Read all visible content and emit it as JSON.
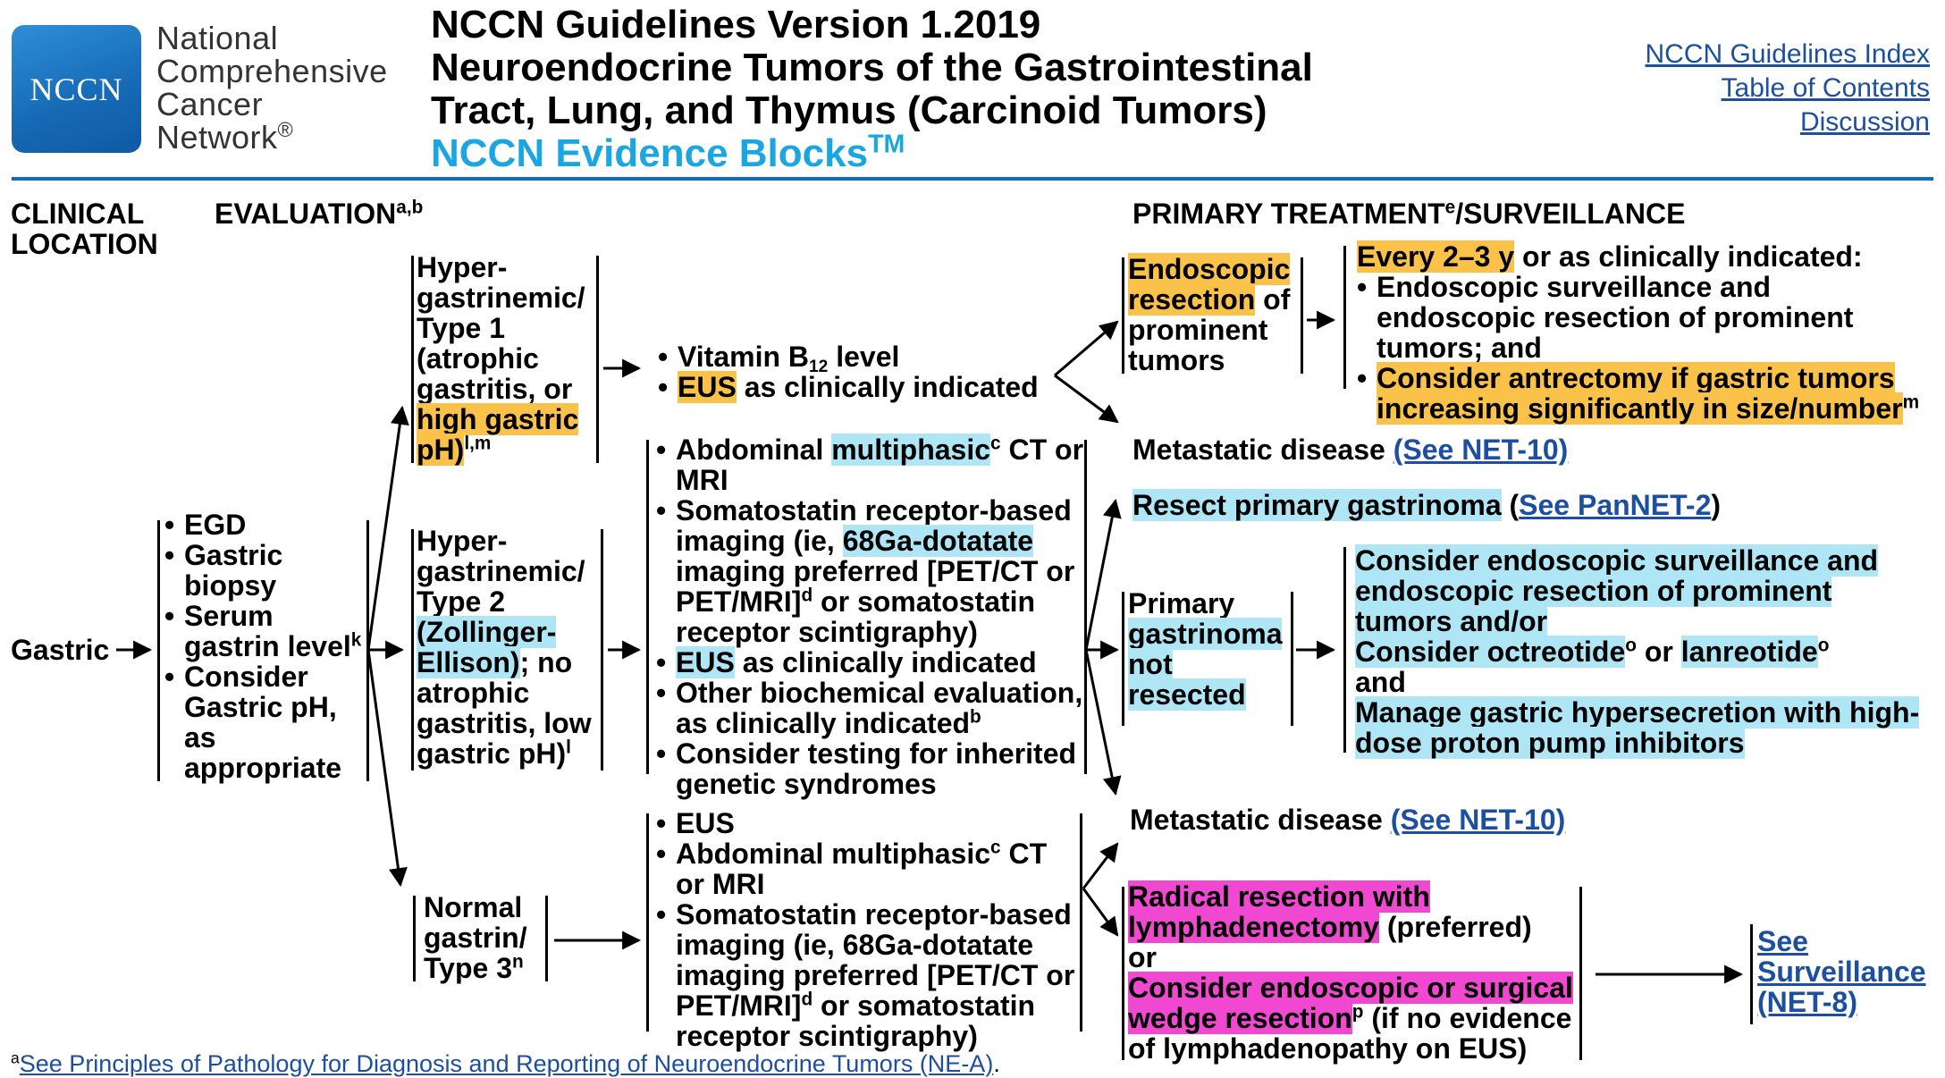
{
  "header": {
    "logo_text": "NCCN",
    "org_name": "National\nComprehensive\nCancer\nNetwork",
    "org_reg": "®",
    "title_line1": "NCCN Guidelines Version 1.2019",
    "title_line2": "Neuroendocrine Tumors of the Gastrointestinal",
    "title_line3": "Tract, Lung, and Thymus (Carcinoid Tumors)",
    "evidence_blocks": "NCCN Evidence Blocks",
    "evidence_tm": "TM",
    "links": [
      "NCCN Guidelines Index",
      "Table of Contents",
      "Discussion"
    ]
  },
  "columns": {
    "clinical_location": "CLINICAL\nLOCATION",
    "evaluation": "EVALUATION",
    "evaluation_sup": "a,b",
    "primary_treatment": "PRIMARY TREATMENT",
    "primary_treatment_sup": "e",
    "primary_treatment_tail": "/SURVEILLANCE"
  },
  "gastric": "Gastric",
  "evaluation_items": [
    "EGD",
    "Gastric biopsy",
    "Serum gastrin level",
    "Consider Gastric pH, as appropriate"
  ],
  "evaluation_sup_k": "k",
  "type1": {
    "text": "Hyper-\ngastrinemic/\nType 1\n(atrophic\ngastritis, or",
    "highlight": "high gastric\npH)",
    "sup": "l,m",
    "workup_vit": "Vitamin B",
    "workup_vit_sub": "12",
    "workup_vit_tail": " level",
    "workup_eus": "EUS",
    "workup_eus_tail": " as clinically indicated",
    "treat_hl1": "Endoscopic",
    "treat_hl2": "resection",
    "treat_tail": " of\nprominent\ntumors",
    "surv_hl": "Every 2–3 y",
    "surv_tail": " or as clinically indicated:",
    "surv_item1": "Endoscopic surveillance and endoscopic resection of prominent tumors; and",
    "surv_item2": "Consider antrectomy if gastric tumors increasing significantly in size/number",
    "surv_item2_sup": "m"
  },
  "type2": {
    "text": "Hyper-\ngastrinemic/\nType 2",
    "highlight": "(Zollinger-\nEllison)",
    "tail": "; no\natrophic\ngastritis, low\ngastric pH)",
    "sup": "l",
    "workup": [
      {
        "pre": "Abdominal ",
        "hl": "multiphasic",
        "sup": "c",
        "post": " CT or MRI"
      },
      {
        "pre": "Somatostatin receptor-based imaging (ie, ",
        "hl": "68Ga-dotatate",
        "post": " imaging preferred [PET/CT or PET/MRI]",
        "sup": "d",
        "post2": " or somatostatin receptor scintigraphy)"
      },
      {
        "hl": "EUS",
        "post": " as clinically indicated"
      },
      {
        "pre": "Other biochemical evaluation, as clinically indicated",
        "sup": "b"
      },
      {
        "pre": "Consider testing for inherited genetic syndromes"
      }
    ],
    "metastatic1": "Metastatic disease ",
    "metastatic1_link": "(See NET-10)",
    "resect_hl": "Resect primary gastrinoma",
    "resect_paren_open": " (",
    "resect_link": "See PanNET-2",
    "resect_paren_close": ")",
    "not_resected_pre": "Primary\n",
    "not_resected_hl": "gastrinoma\nnot\nresected",
    "options": {
      "line1": "Consider endoscopic surveillance and endoscopic resection of prominent tumors and/or",
      "line2a": "Consider octreotide",
      "line2_sup": "o",
      "line2b": " or ",
      "line2c": "lanreotide",
      "and": "and",
      "line3": "Manage gastric hypersecretion with high-dose proton pump inhibitors"
    },
    "metastatic2": "Metastatic disease ",
    "metastatic2_link": "(See NET-10)"
  },
  "type3": {
    "text": "Normal\ngastrin/\nType 3",
    "sup": "n",
    "workup": [
      {
        "pre": "EUS"
      },
      {
        "pre": "Abdominal multiphasic",
        "sup": "c",
        "post": " CT or MRI"
      },
      {
        "pre": "Somatostatin receptor-based imaging (ie, 68Ga-dotatate imaging preferred [PET/CT or PET/MRI]",
        "sup": "d",
        "post": " or somatostatin receptor scintigraphy)"
      }
    ],
    "treat_hl1": "Radical resection with",
    "treat_hl2": "lymphadenectomy",
    "treat_pref": " (preferred)",
    "or": "or",
    "treat_hl3": "Consider endoscopic or surgical",
    "treat_hl4": "wedge resection",
    "treat_sup": "p",
    "treat_tail": " (if no evidence\nof lymphadenopathy on EUS)",
    "surveillance_link": "See\nSurveillance\n(NET-8)"
  },
  "footnote": {
    "marker": "a",
    "link": "See Principles of Pathology for Diagnosis and Reporting of Neuroendocrine Tumors (NE-A)",
    "period": "."
  },
  "colors": {
    "brand_blue": "#1669b4",
    "evidence_cyan": "#1aa6e0",
    "link_blue": "#1d4fa0",
    "orange_highlight": "#fbc24a",
    "cyan_highlight": "#aee6f6",
    "pink_highlight": "#f048d0"
  }
}
